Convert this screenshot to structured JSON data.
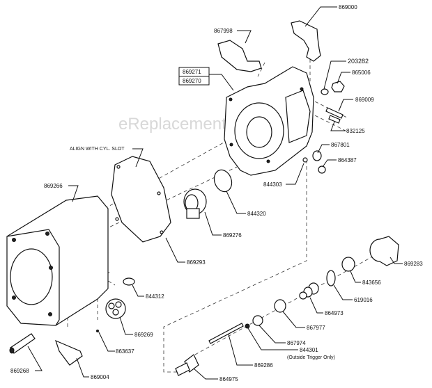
{
  "watermark": "eReplacementParts.com",
  "note_align": "ALIGN WITH CYL. SLOT",
  "note_outside_trigger": "(Outside Trigger Only)",
  "housing_labels": [
    "869271",
    "869270"
  ],
  "labels": {
    "p869000": "869000",
    "p867998": "867998",
    "p203282": "203282",
    "p865006": "865006",
    "p869009": "869009",
    "p832125": "832125",
    "p867801": "867801",
    "p864387": "864387",
    "p844303": "844303",
    "p869266": "869266",
    "p844320": "844320",
    "p869276": "869276",
    "p869293": "869293",
    "p844312": "844312",
    "p869283": "869283",
    "p843656": "843656",
    "p619016": "619016",
    "p864973": "864973",
    "p869269": "869269",
    "p863637": "863637",
    "p867977": "867977",
    "p869268": "869268",
    "p869004": "869004",
    "p867974": "867974",
    "p844301": "844301",
    "p869286": "869286",
    "p864975": "864975"
  }
}
